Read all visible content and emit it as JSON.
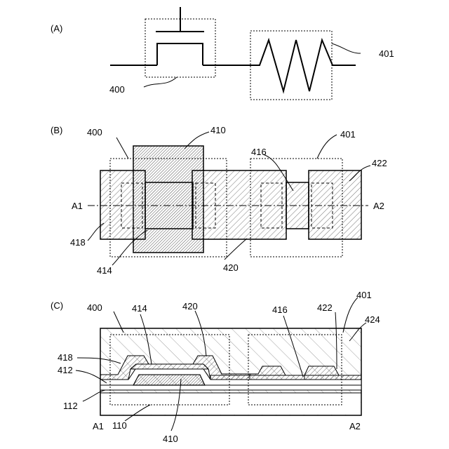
{
  "panels": {
    "a": {
      "tag": "(A)",
      "transistor_ref": "400",
      "resistor_ref": "401"
    },
    "b": {
      "tag": "(B)",
      "labels": {
        "l400": "400",
        "l410": "410",
        "l401": "401",
        "l416": "416",
        "l422": "422",
        "l418": "418",
        "l414": "414",
        "l420": "420",
        "a1": "A1",
        "a2": "A2"
      }
    },
    "c": {
      "tag": "(C)",
      "labels": {
        "l400": "400",
        "l414": "414",
        "l420": "420",
        "l416": "416",
        "l422": "422",
        "l401": "401",
        "l424": "424",
        "l418": "418",
        "l412": "412",
        "l112": "112",
        "l110": "110",
        "l410": "410",
        "a1": "A1",
        "a2": "A2"
      }
    }
  }
}
